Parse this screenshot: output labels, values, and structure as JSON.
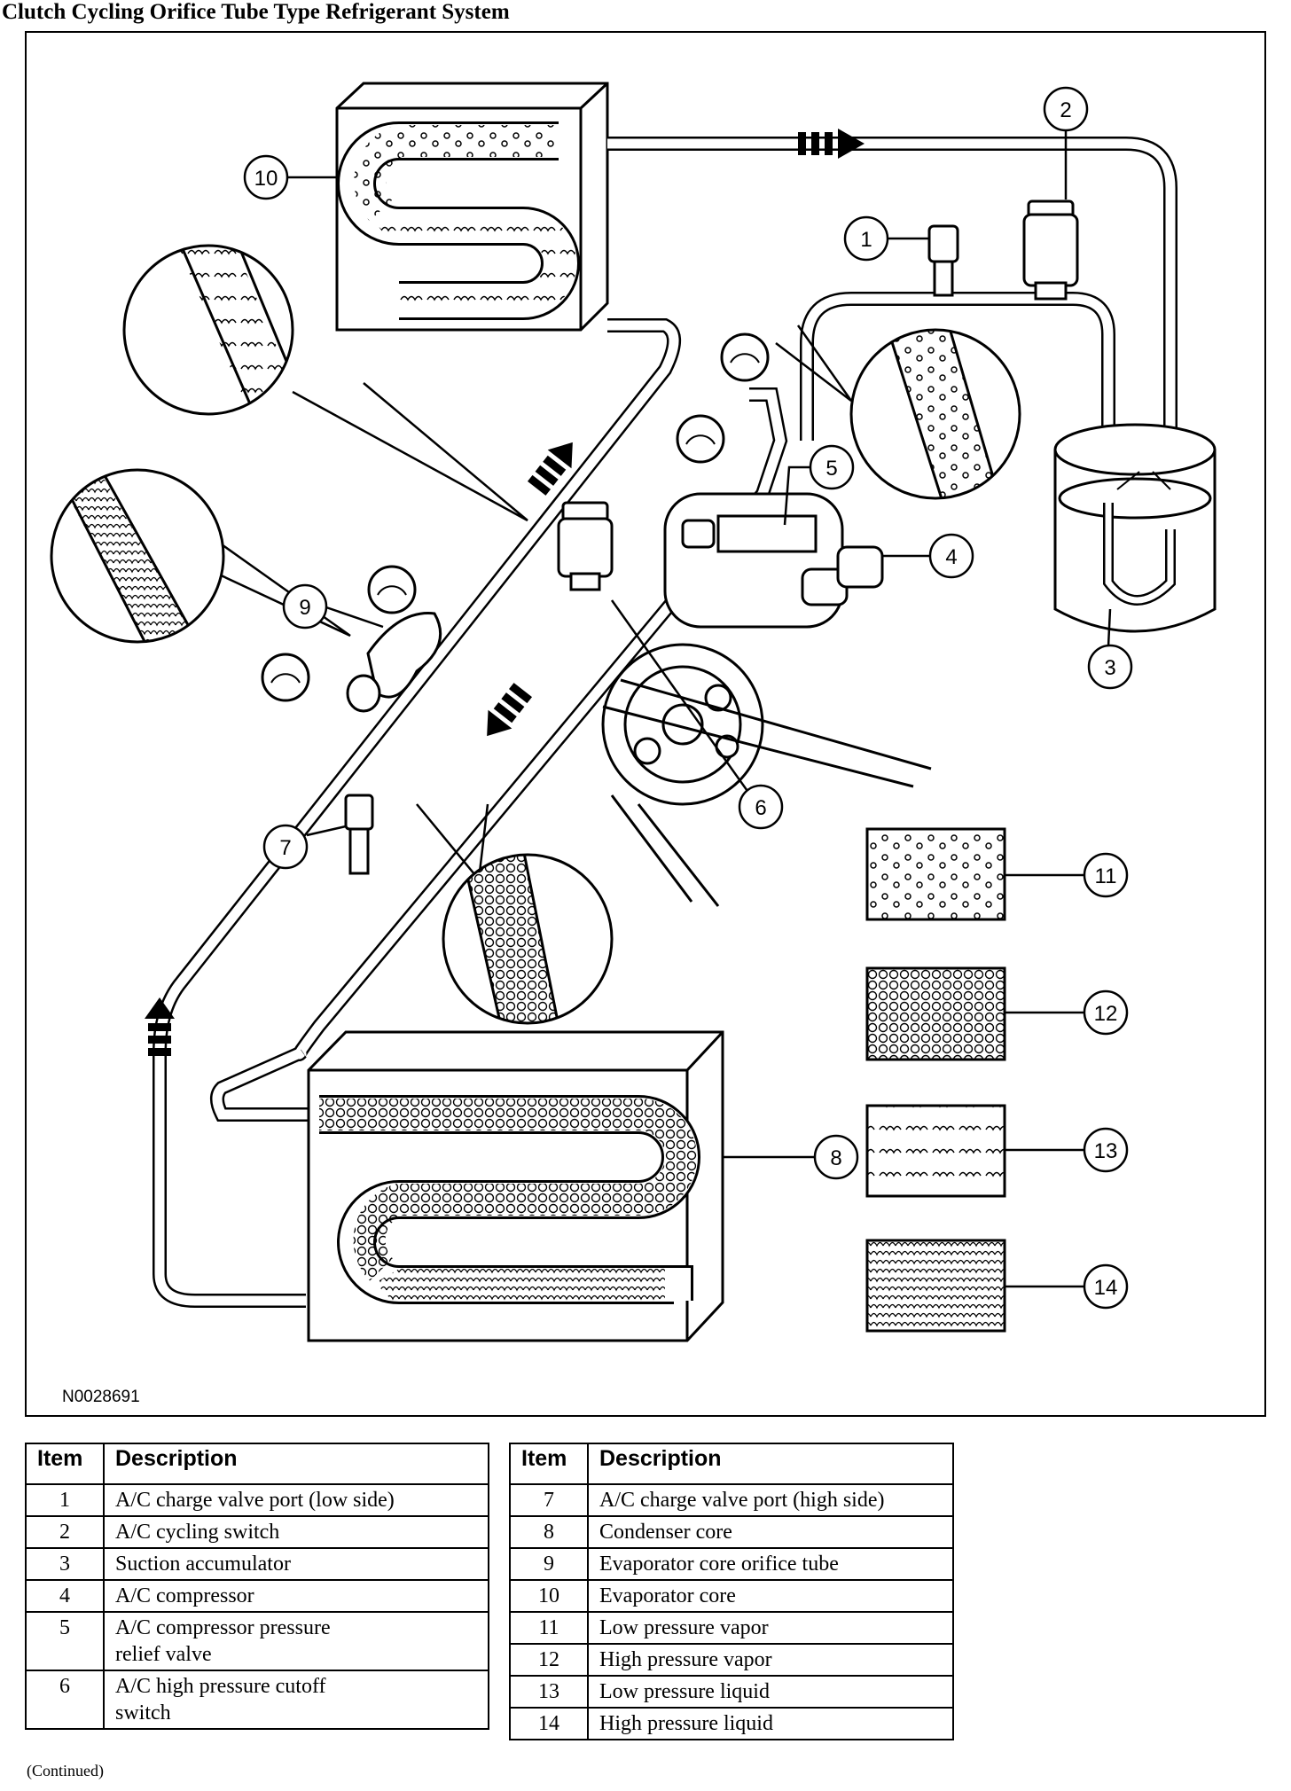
{
  "title": "Clutch Cycling Orifice Tube Type Refrigerant System",
  "figure_id": "N0028691",
  "callouts": [
    "1",
    "2",
    "3",
    "4",
    "5",
    "6",
    "7",
    "8",
    "9",
    "10",
    "11",
    "12",
    "13",
    "14"
  ],
  "legend_headers": {
    "item": "Item",
    "description": "Description"
  },
  "legend_left": [
    {
      "item": "1",
      "description": "A/C charge valve port (low side)"
    },
    {
      "item": "2",
      "description": "A/C cycling switch"
    },
    {
      "item": "3",
      "description": "Suction accumulator"
    },
    {
      "item": "4",
      "description": "A/C compressor"
    },
    {
      "item": "5",
      "description": "A/C compressor pressure",
      "description2": "relief valve"
    },
    {
      "item": "6",
      "description": "A/C high pressure cutoff",
      "description2": "switch"
    }
  ],
  "legend_right": [
    {
      "item": "7",
      "description": "A/C charge valve port (high side)"
    },
    {
      "item": "8",
      "description": "Condenser core"
    },
    {
      "item": "9",
      "description": "Evaporator core orifice tube"
    },
    {
      "item": "10",
      "description": "Evaporator core"
    },
    {
      "item": "11",
      "description": "Low pressure vapor"
    },
    {
      "item": "12",
      "description": "High pressure vapor"
    },
    {
      "item": "13",
      "description": "Low pressure liquid"
    },
    {
      "item": "14",
      "description": "High pressure liquid"
    }
  ],
  "footer": "(Continued)"
}
